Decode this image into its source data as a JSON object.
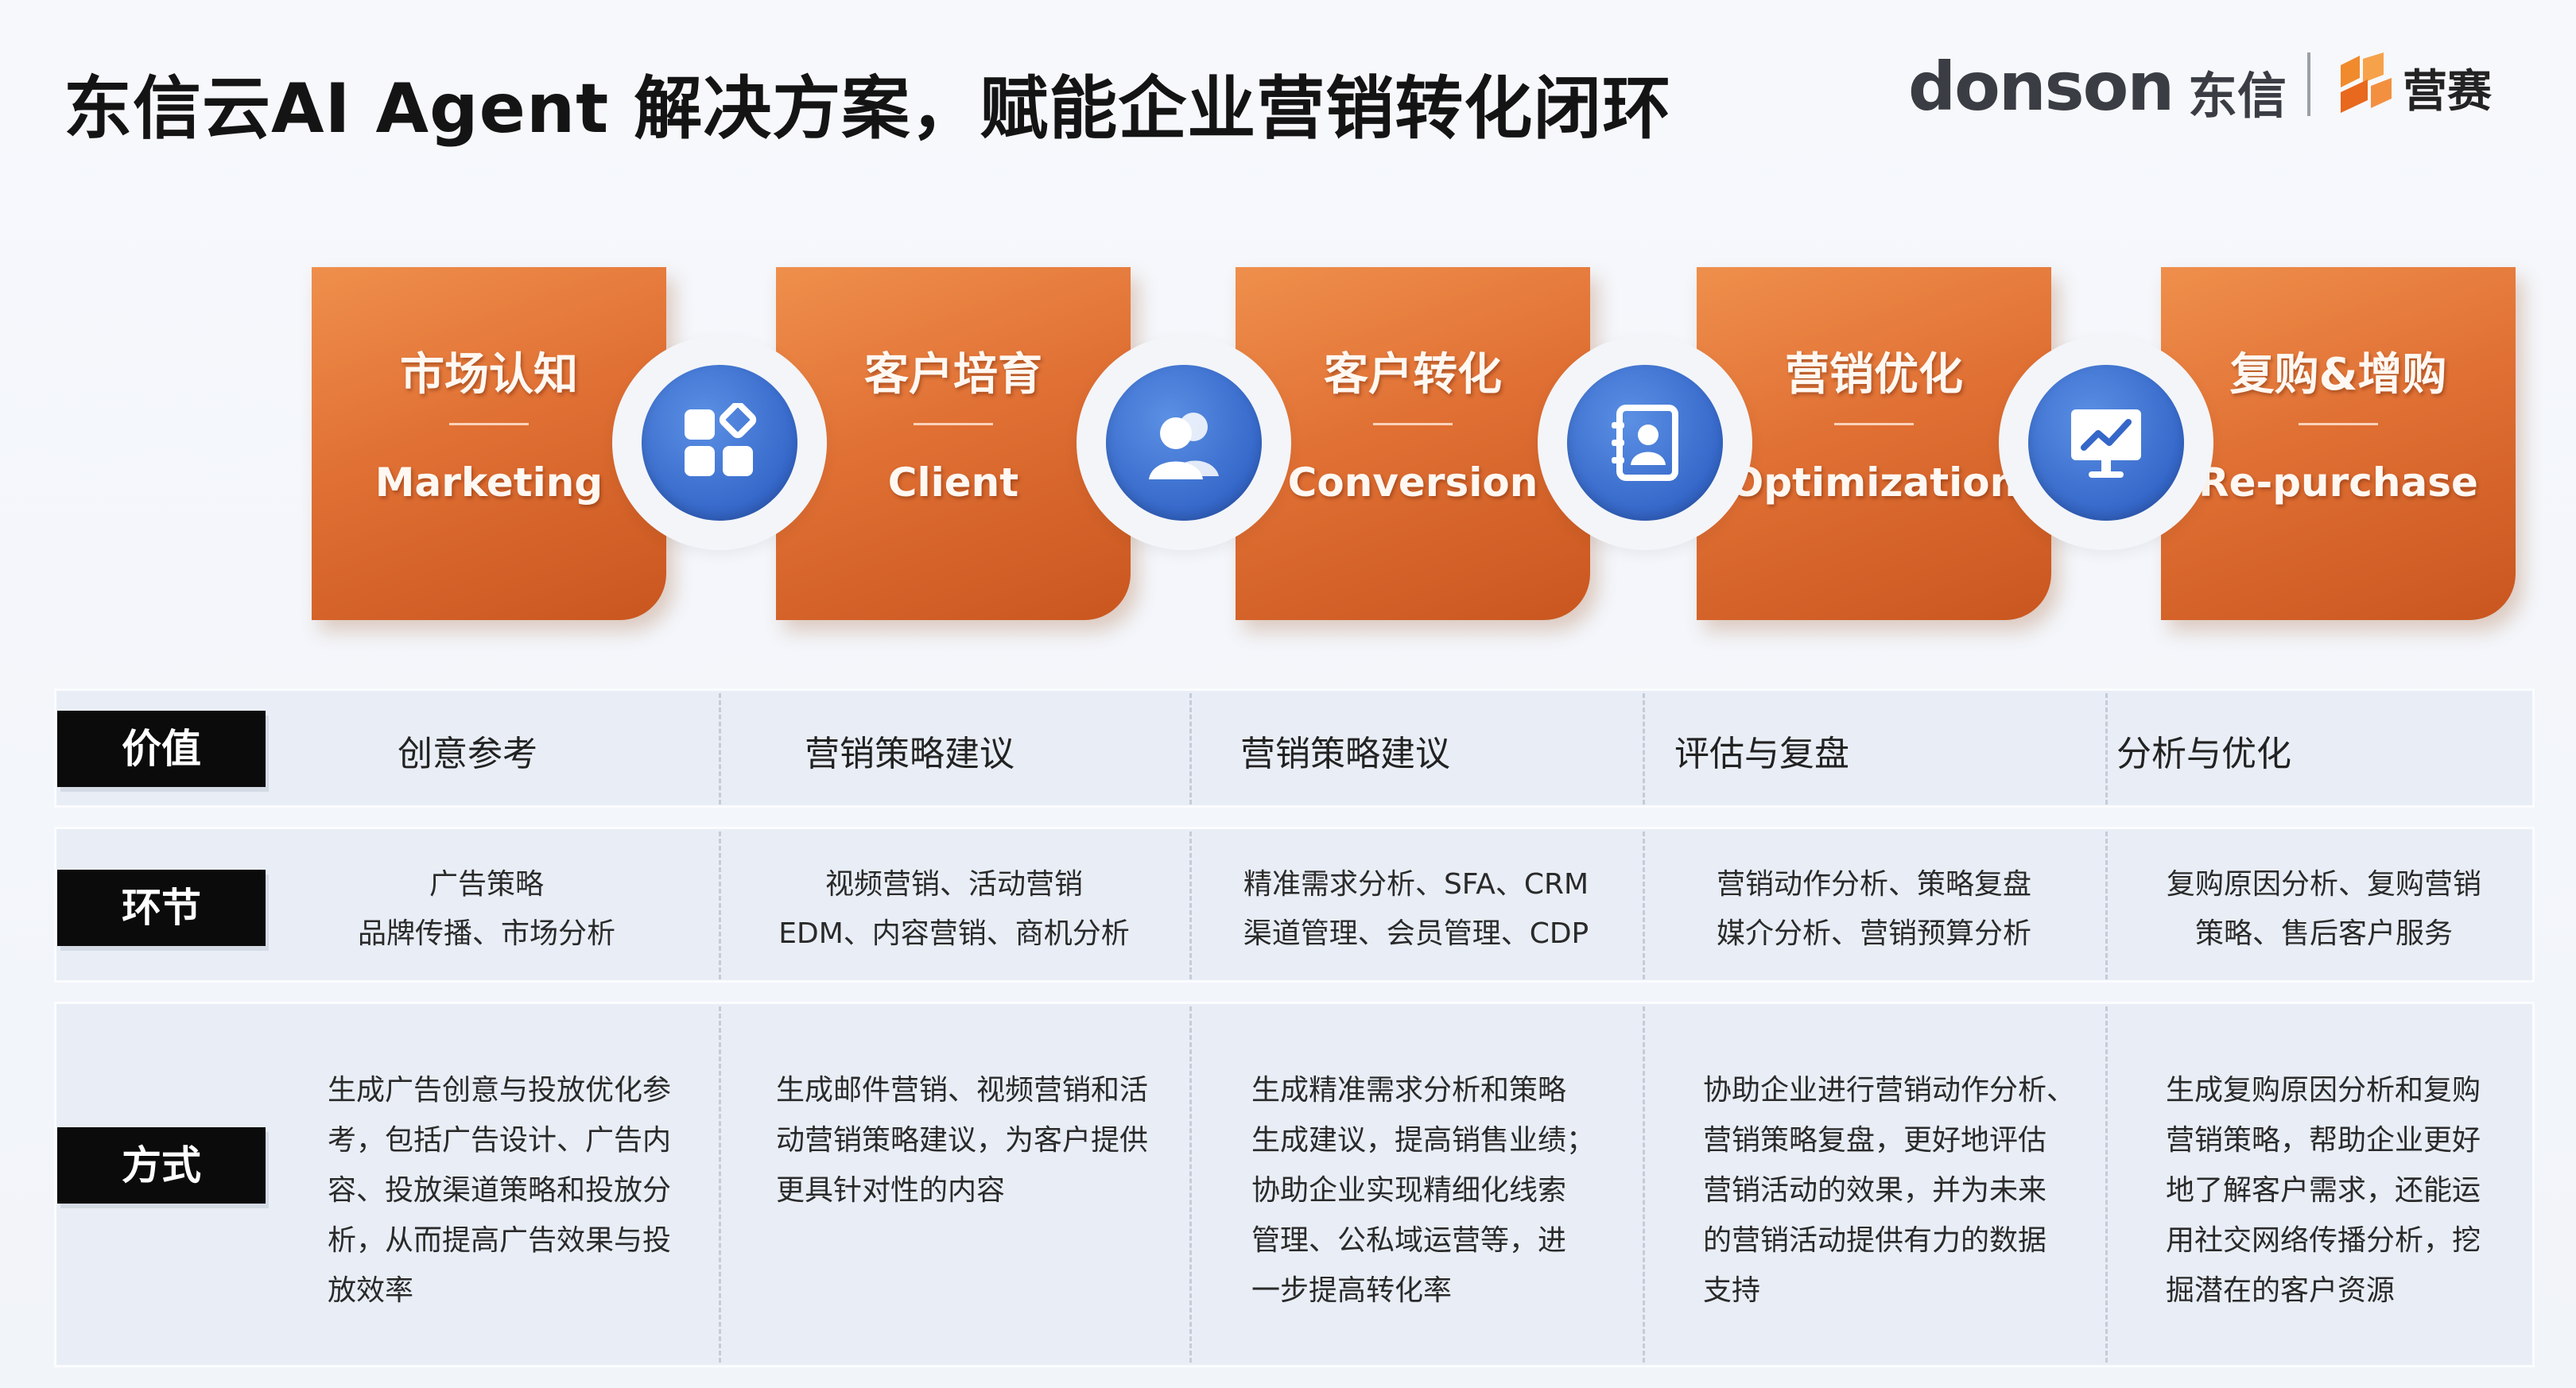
{
  "title": "东信云AI Agent 解决方案，赋能企业营销转化闭环",
  "logo": {
    "brand": "donson",
    "brand_cn": "东信",
    "partner": "营赛"
  },
  "colors": {
    "stage_orange": "#e07034",
    "connector_blue": "#3567c9",
    "label_black": "#0b0b0b"
  },
  "stages": [
    {
      "cn": "市场认知",
      "en": "Marketing",
      "icon": "apps-grid-icon"
    },
    {
      "cn": "客户培育",
      "en": "Client",
      "icon": "users-icon"
    },
    {
      "cn": "客户转化",
      "en": "Conversion",
      "icon": "contact-book-icon"
    },
    {
      "cn": "营销优化",
      "en": "Optimization",
      "icon": "trend-chart-icon"
    },
    {
      "cn": "复购&增购",
      "en": "Re-purchase"
    }
  ],
  "rows": {
    "value": {
      "label": "价值",
      "cells": [
        "创意参考",
        "营销策略建议",
        "营销策略建议",
        "评估与复盘",
        "分析与优化"
      ]
    },
    "link": {
      "label": "环节",
      "cells": [
        [
          "广告策略",
          "品牌传播、市场分析"
        ],
        [
          "视频营销、活动营销",
          "EDM、内容营销、商机分析"
        ],
        [
          "精准需求分析、SFA、CRM",
          "渠道管理、会员管理、CDP"
        ],
        [
          "营销动作分析、策略复盘",
          "媒介分析、营销预算分析"
        ],
        [
          "复购原因分析、复购营销",
          "策略、售后客户服务"
        ]
      ]
    },
    "method": {
      "label": "方式",
      "cells": [
        [
          "生成广告创意与投放优化参",
          "考，包括广告设计、广告内",
          "容、投放渠道策略和投放分",
          "析，从而提高广告效果与投",
          "放效率"
        ],
        [
          "生成邮件营销、视频营销和活",
          "动营销策略建议，为客户提供",
          "更具针对性的内容"
        ],
        [
          "生成精准需求分析和策略",
          "生成建议，提高销售业绩；",
          "协助企业实现精细化线索",
          "管理、公私域运营等，进",
          "一步提高转化率"
        ],
        [
          "协助企业进行营销动作分析、",
          "营销策略复盘，更好地评估",
          "营销活动的效果，并为未来",
          "的营销活动提供有力的数据",
          "支持"
        ],
        [
          "生成复购原因分析和复购",
          "营销策略，帮助企业更好",
          "地了解客户需求，还能运",
          "用社交网络传播分析，挖",
          "掘潜在的客户资源"
        ]
      ]
    }
  }
}
